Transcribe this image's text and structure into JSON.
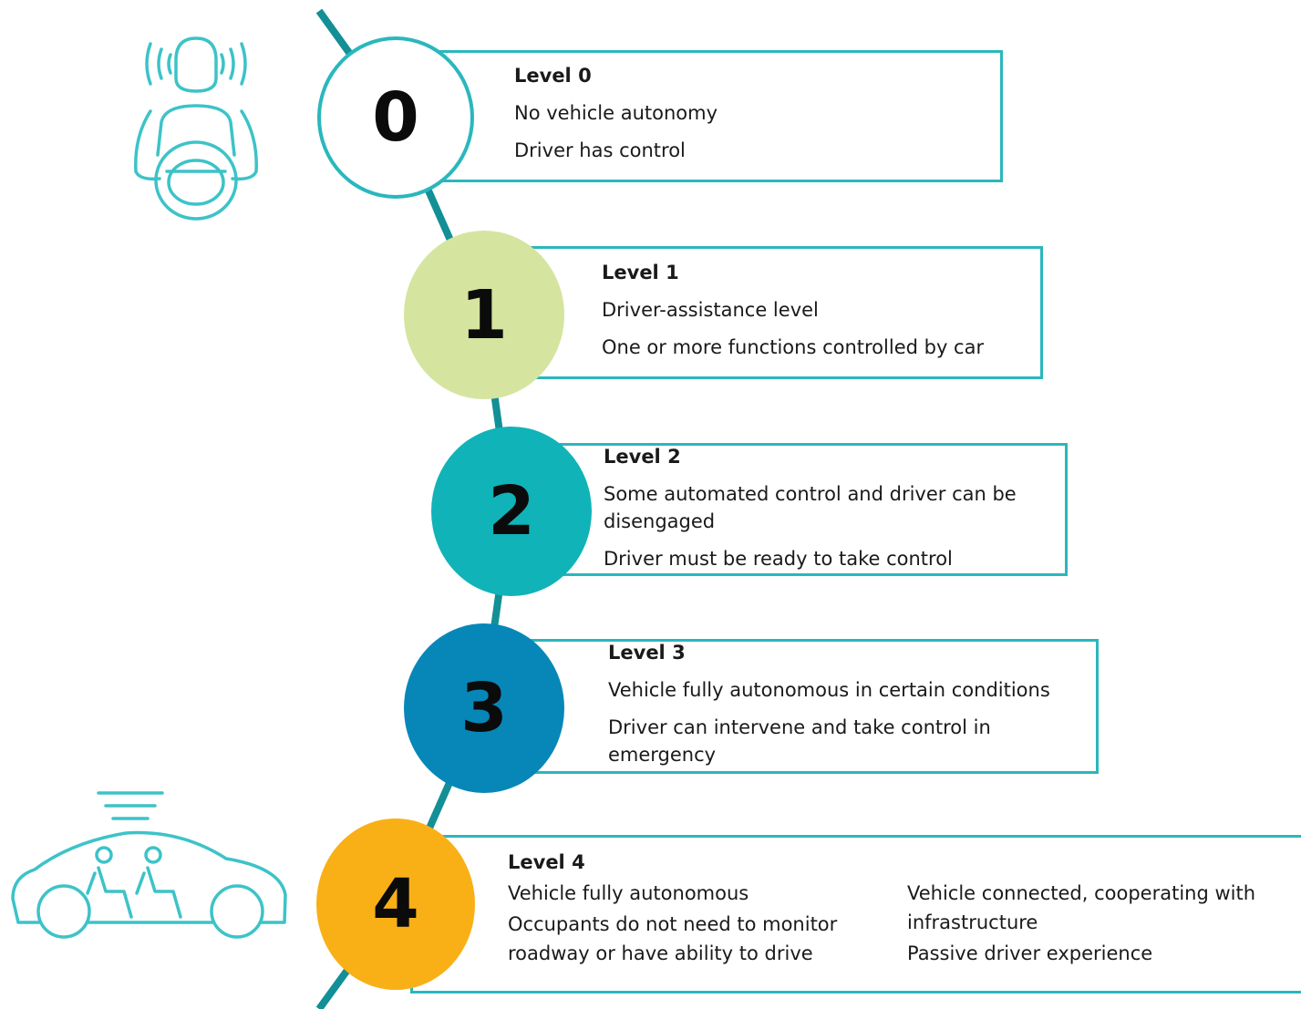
{
  "colors": {
    "teal_line": "#138f96",
    "box_border": "#2ab7bd",
    "level0": "#ffffff",
    "level1": "#d5e49f",
    "level2": "#10b3b8",
    "level3": "#0787b8",
    "level4": "#f9b016"
  },
  "icons": {
    "top": "driver-with-steering-wheel-icon",
    "bottom": "autonomous-car-with-passengers-icon"
  },
  "levels": [
    {
      "number": "0",
      "title": "Level 0",
      "lines": [
        "No vehicle autonomy",
        "Driver has control"
      ]
    },
    {
      "number": "1",
      "title": "Level 1",
      "lines": [
        "Driver-assistance level",
        "One or more functions controlled by car"
      ]
    },
    {
      "number": "2",
      "title": "Level 2",
      "lines": [
        "Some automated control and driver can be disengaged",
        "Driver must be ready to take control"
      ]
    },
    {
      "number": "3",
      "title": "Level 3",
      "lines": [
        "Vehicle fully autonomous in certain conditions",
        "Driver can intervene and take control in emergency"
      ]
    },
    {
      "number": "4",
      "title": "Level 4",
      "left_lines": [
        "Vehicle fully autonomous",
        "Occupants do not need to monitor roadway or have ability to drive"
      ],
      "right_lines": [
        "Vehicle connected, cooperating with infrastructure",
        "Passive driver experience"
      ]
    }
  ]
}
